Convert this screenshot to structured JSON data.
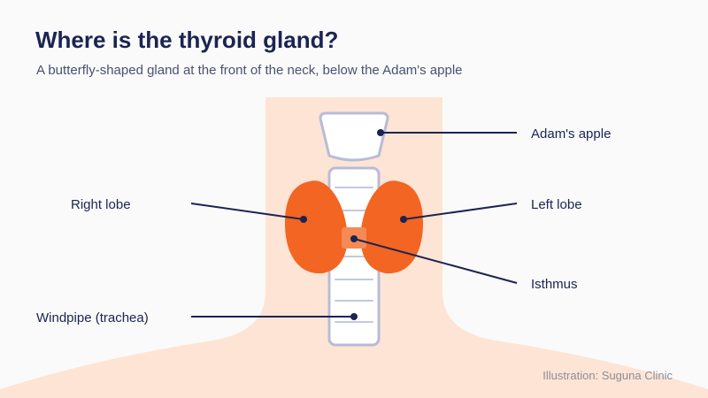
{
  "title": "Where is the thyroid gland?",
  "subtitle": "A butterfly-shaped gland at the front of the neck, below the Adam's apple",
  "labels": {
    "adams_apple": "Adam's apple",
    "right_lobe": "Right lobe",
    "left_lobe": "Left lobe",
    "isthmus": "Isthmus",
    "windpipe": "Windpipe (trachea)"
  },
  "credit": "Illustration: Suguna Clinic",
  "colors": {
    "background": "#fafafa",
    "skin": "#fde4d4",
    "thyroid": "#f26522",
    "isthmus": "#f58a55",
    "trachea_fill": "#ffffff",
    "trachea_outline": "#b8bbd8",
    "adams_apple_fill": "#ffffff",
    "leader_line": "#1b2452",
    "title": "#1b2452"
  }
}
